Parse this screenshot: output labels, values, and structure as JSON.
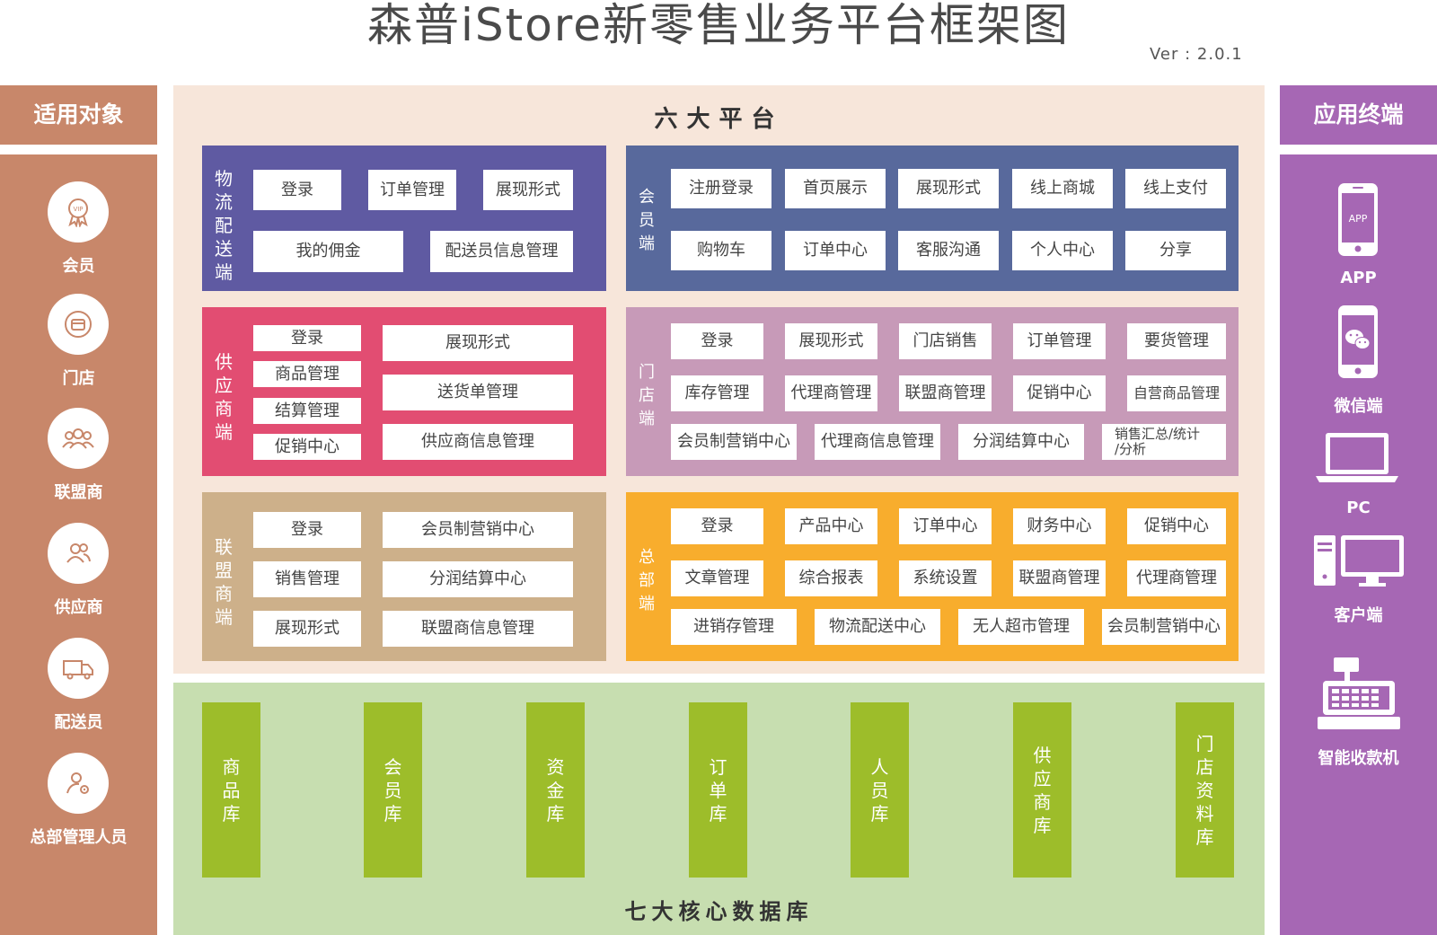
{
  "title": "森普iStore新零售业务平台框架图",
  "version": "Ver : 2.0.1",
  "audience": {
    "heading": "适用对象",
    "items": [
      {
        "label": "会员",
        "icon": "vip-badge-icon"
      },
      {
        "label": "门店",
        "icon": "store-icon"
      },
      {
        "label": "联盟商",
        "icon": "group-icon"
      },
      {
        "label": "供应商",
        "icon": "users-icon"
      },
      {
        "label": "配送员",
        "icon": "delivery-truck-icon"
      },
      {
        "label": "总部管理人员",
        "icon": "admin-user-icon"
      }
    ]
  },
  "terminals": {
    "heading": "应用终端",
    "app_icon_text": "APP",
    "items": [
      {
        "label": "APP",
        "icon": "mobile-phone-icon"
      },
      {
        "label": "微信端",
        "icon": "wechat-icon"
      },
      {
        "label": "PC",
        "icon": "laptop-icon"
      },
      {
        "label": "客户端",
        "icon": "desktop-client-icon"
      },
      {
        "label": "智能收款机",
        "icon": "cash-register-icon"
      }
    ]
  },
  "platforms": {
    "title": "六大平台",
    "logistics": {
      "label": "物流配送端",
      "color": "#5f5aa2",
      "buttons": [
        "登录",
        "订单管理",
        "展现形式",
        "我的佣金",
        "配送员信息管理"
      ]
    },
    "member": {
      "label": "会员端",
      "color": "#58699c",
      "buttons": [
        "注册登录",
        "首页展示",
        "展现形式",
        "线上商城",
        "线上支付",
        "购物车",
        "订单中心",
        "客服沟通",
        "个人中心",
        "分享"
      ]
    },
    "supplier": {
      "label": "供应商端",
      "color": "#e24d72",
      "buttons": [
        "登录",
        "商品管理",
        "结算管理",
        "促销中心",
        "展现形式",
        "送货单管理",
        "供应商信息管理"
      ]
    },
    "store": {
      "label": "门店端",
      "color": "#c79ab8",
      "buttons": [
        "登录",
        "展现形式",
        "门店销售",
        "订单管理",
        "要货管理",
        "库存管理",
        "代理商管理",
        "联盟商管理",
        "促销中心",
        "自营商品管理",
        "会员制营销中心",
        "代理商信息管理",
        "分润结算中心",
        "销售汇总/统计",
        "/分析"
      ]
    },
    "alliance": {
      "label": "联盟商端",
      "color": "#cdb08a",
      "buttons": [
        "登录",
        "销售管理",
        "展现形式",
        "会员制营销中心",
        "分润结算中心",
        "联盟商信息管理"
      ]
    },
    "hq": {
      "label": "总部端",
      "color": "#f8ad2d",
      "buttons": [
        "登录",
        "产品中心",
        "订单中心",
        "财务中心",
        "促销中心",
        "文章管理",
        "综合报表",
        "系统设置",
        "联盟商管理",
        "代理商管理",
        "进销存管理",
        "物流配送中心",
        "无人超市管理",
        "会员制营销中心"
      ]
    }
  },
  "databases": {
    "title": "七大核心数据库",
    "items": [
      "商品库",
      "会员库",
      "资金库",
      "订单库",
      "人员库",
      "供应商库",
      "门店资料库"
    ]
  }
}
